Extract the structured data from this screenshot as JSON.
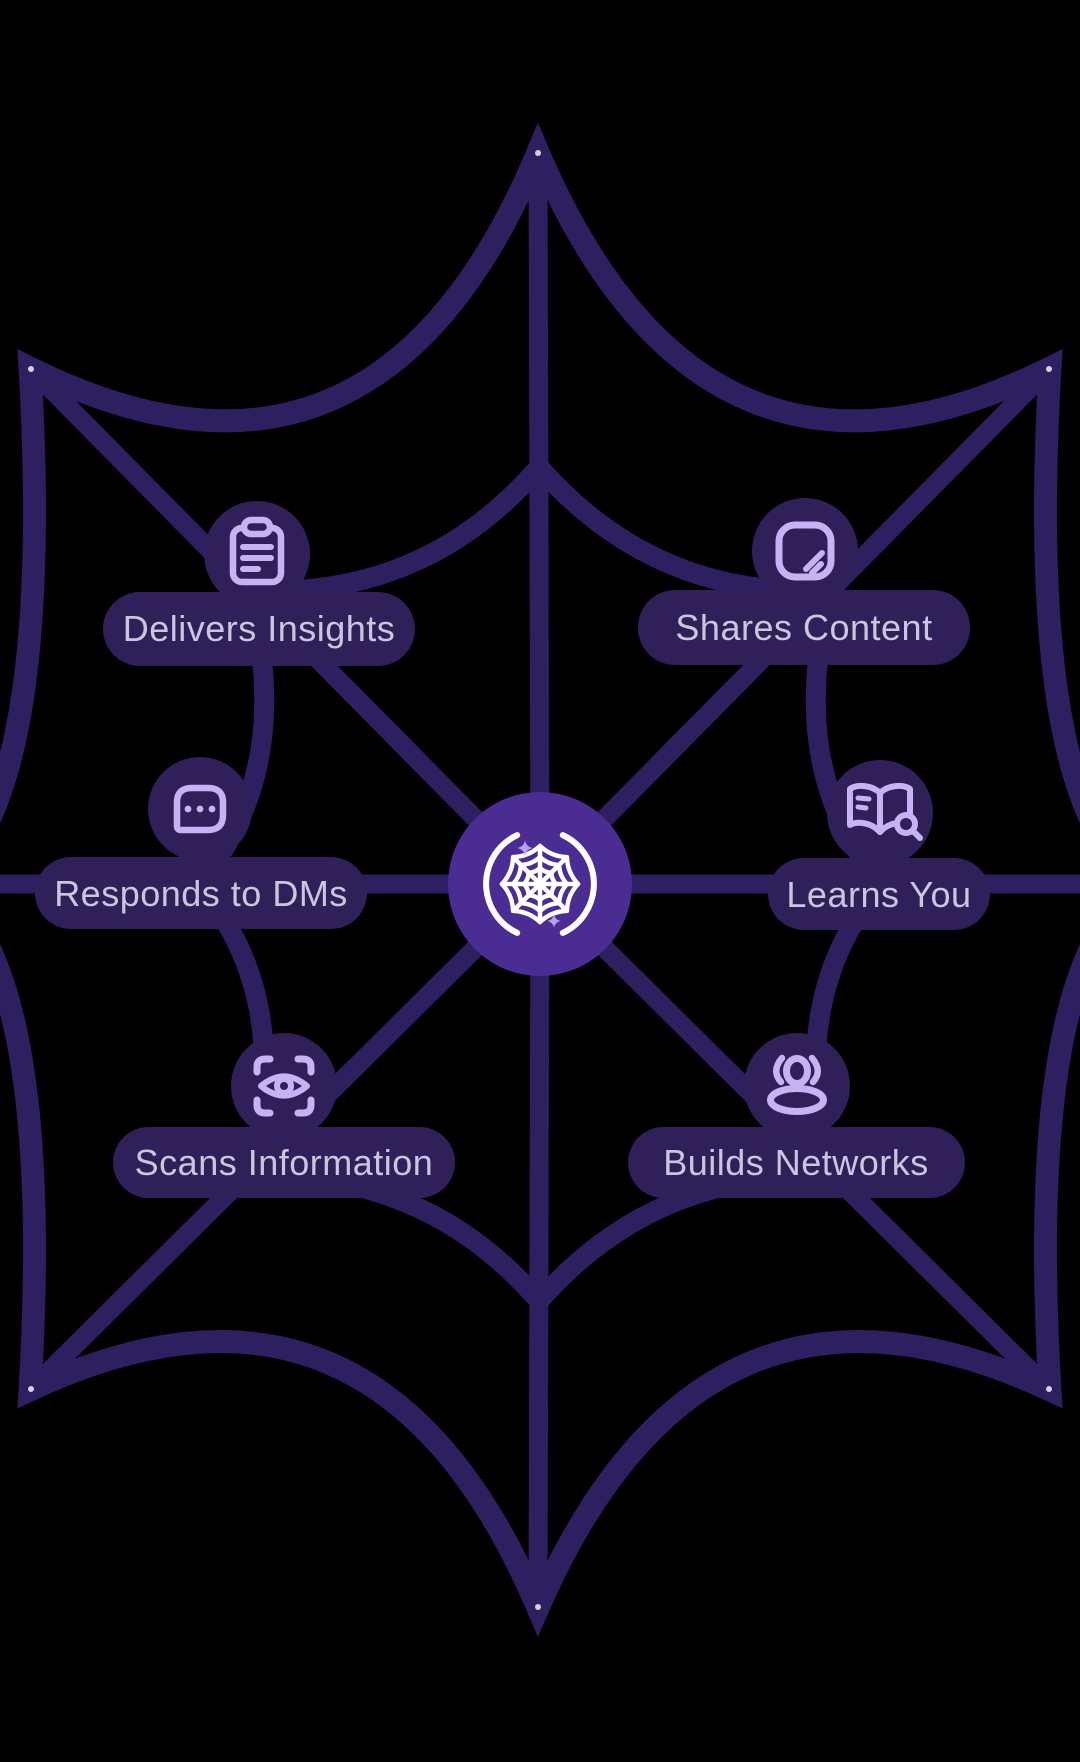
{
  "diagram": {
    "theme": "spider-web ai-agent capability map",
    "center": {
      "icon": "spider-web-icon"
    },
    "nodes": [
      {
        "id": "delivers-insights",
        "label": "Delivers Insights",
        "icon": "clipboard-icon",
        "position": "upper-left"
      },
      {
        "id": "shares-content",
        "label": "Shares Content",
        "icon": "compose-note-icon",
        "position": "upper-right"
      },
      {
        "id": "responds-to-dms",
        "label": "Responds to DMs",
        "icon": "chat-bubble-icon",
        "position": "middle-left"
      },
      {
        "id": "learns-you",
        "label": "Learns You",
        "icon": "book-search-icon",
        "position": "middle-right"
      },
      {
        "id": "scans-information",
        "label": "Scans Information",
        "icon": "eye-scan-icon",
        "position": "lower-left"
      },
      {
        "id": "builds-networks",
        "label": "Builds Networks",
        "icon": "people-network-icon",
        "position": "lower-right"
      }
    ]
  },
  "colors": {
    "background": "#000000",
    "web_line": "#2d1f60",
    "node_fill": "#30205a",
    "center_fill": "#4b2c93",
    "icon_stroke": "#c7b3f3",
    "label_text": "#cdc5de",
    "center_icon_stroke": "#ffffff",
    "sparkle": "#b7a1ee"
  }
}
